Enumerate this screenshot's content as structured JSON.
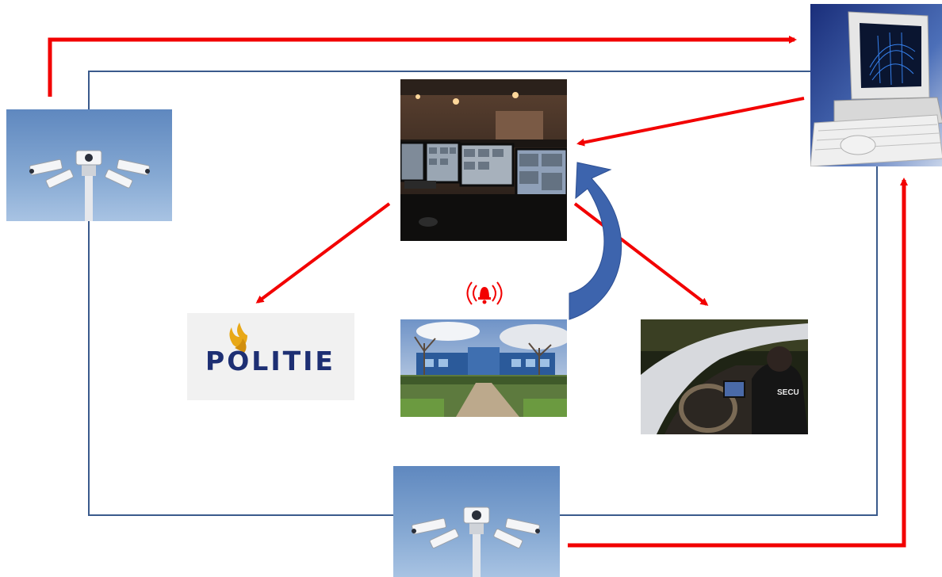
{
  "diagram": {
    "nodes": [
      {
        "id": "camera-top-left",
        "icon": "cctv-camera-pole-icon"
      },
      {
        "id": "control-room",
        "icon": "surveillance-monitors-icon"
      },
      {
        "id": "computer",
        "icon": "desktop-computer-icon"
      },
      {
        "id": "police",
        "icon": "police-logo-icon",
        "label": "POLITIE"
      },
      {
        "id": "alarm-site",
        "icon": "office-building-icon",
        "alarm_icon": "alarm-bell-icon"
      },
      {
        "id": "security-car",
        "icon": "security-patrol-car-icon",
        "badge_text": "SECU"
      },
      {
        "id": "camera-bottom",
        "icon": "cctv-camera-pole-icon"
      }
    ],
    "colors": {
      "arrow": "#f20000",
      "network_line": "#3a5a8c",
      "curved_arrow": "#3d64ad",
      "police_logo": "#1d2f73",
      "police_flame": "#e8a817"
    }
  }
}
